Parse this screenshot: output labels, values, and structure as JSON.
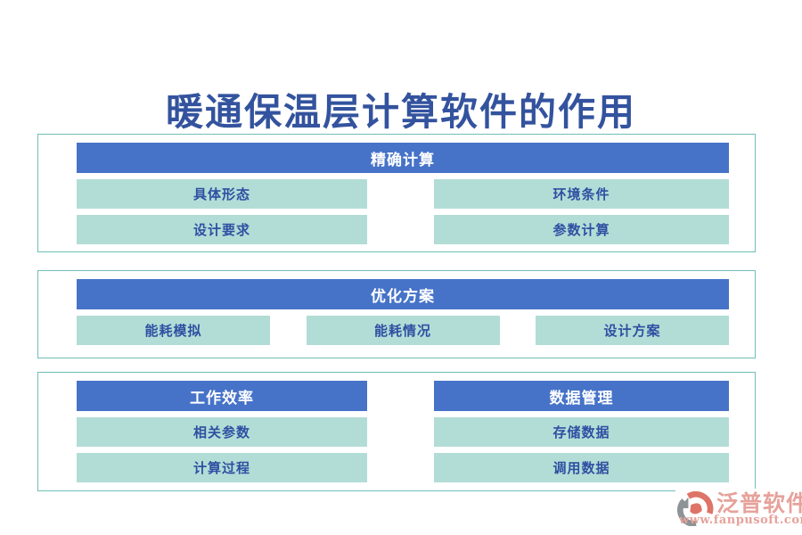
{
  "title": "暖通保温层计算软件的作用",
  "colors": {
    "header_bg": "#4673C8",
    "item_bg": "#B2DDD6",
    "section_border": "#6FBFB6",
    "title_text": "#33539E",
    "item_text": "#2F4FA2",
    "header_text": "#FFFFFF",
    "logo_text": "#E6A29B",
    "logo_coral": "#DE7468",
    "logo_gray": "#8E9396"
  },
  "sections": [
    {
      "header": "精确计算",
      "items": [
        "具体形态",
        "环境条件",
        "设计要求",
        "参数计算"
      ]
    },
    {
      "header": "优化方案",
      "items": [
        "能耗模拟",
        "能耗情况",
        "设计方案"
      ]
    },
    {
      "columns": [
        {
          "header": "工作效率",
          "items": [
            "相关参数",
            "计算过程"
          ]
        },
        {
          "header": "数据管理",
          "items": [
            "存储数据",
            "调用数据"
          ]
        }
      ]
    }
  ],
  "logo": {
    "name": "泛普软件",
    "url": "www.fanpusoft.com"
  }
}
